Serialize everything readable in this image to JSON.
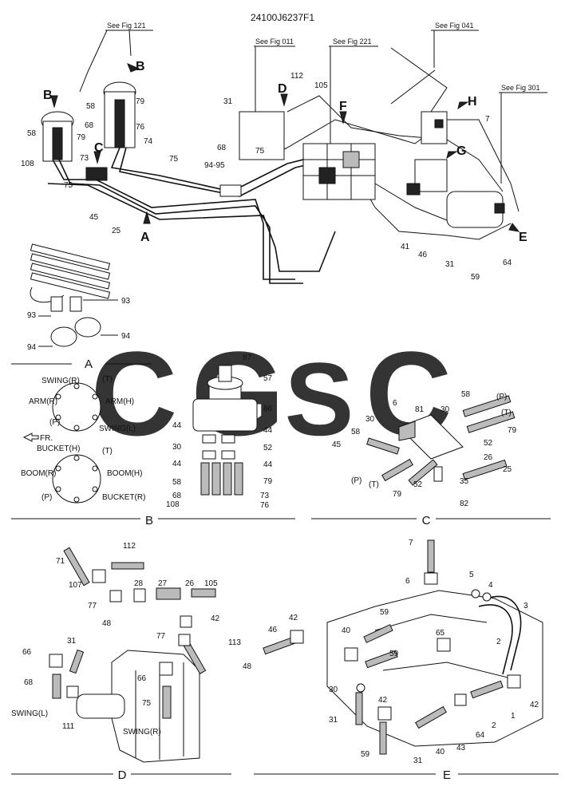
{
  "header": {
    "part_number": "24100J6237F1"
  },
  "watermark": {
    "letters": [
      "C",
      "G",
      "S",
      "C"
    ],
    "colors": [
      "#5b8def",
      "#ef5b50",
      "#f2c230",
      "#3fa86b"
    ]
  },
  "references": {
    "fig121": "See Fig 121",
    "fig011": "See Fig 011",
    "fig221": "See Fig 221",
    "fig041": "See Fig 041",
    "fig301": "See Fig 301"
  },
  "views": {
    "A": "A",
    "B": "B",
    "C": "C",
    "D": "D",
    "E": "E",
    "F": "F",
    "G": "G",
    "H": "H"
  },
  "ports": {
    "swing_r": "SWING(R)",
    "t": "(T)",
    "arm_r": "ARM(R)",
    "arm_h": "ARM(H)",
    "p": "(P)",
    "swing_l": "SWING(L)",
    "fr": "FR.",
    "bucket_h": "BUCKET(H)",
    "boom_r": "BOOM(R)",
    "boom_h": "BOOM(H)",
    "bucket_r": "BUCKET(R)"
  },
  "d_labels": {
    "swing_l": "SWING(L)",
    "swing_r": "SWING(R)"
  },
  "callouts": {
    "top": [
      "58",
      "79",
      "108",
      "73",
      "75",
      "45",
      "25",
      "58",
      "68",
      "76",
      "79",
      "74",
      "75",
      "68",
      "94-95",
      "31",
      "112",
      "105",
      "75",
      "7",
      "41",
      "46",
      "31",
      "59",
      "64",
      "A",
      "B",
      "B",
      "C",
      "D",
      "F",
      "G",
      "H",
      "E"
    ],
    "a": [
      "93",
      "93",
      "94",
      "94"
    ],
    "b": [
      "87",
      "57",
      "86",
      "44",
      "44",
      "30",
      "52",
      "44",
      "44",
      "58",
      "79",
      "108",
      "68",
      "73",
      "76"
    ],
    "c": [
      "58",
      "(P)",
      "(T)",
      "79",
      "52",
      "26",
      "25",
      "35",
      "82",
      "52",
      "(T)",
      "(P)",
      "79",
      "6",
      "81",
      "30",
      "30",
      "58",
      "45"
    ],
    "d": [
      "71",
      "112",
      "107",
      "77",
      "48",
      "28",
      "27",
      "26",
      "105",
      "42",
      "77",
      "113",
      "48",
      "66",
      "31",
      "68",
      "66",
      "111",
      "75"
    ],
    "e": [
      "7",
      "6",
      "5",
      "4",
      "3",
      "42",
      "46",
      "59",
      "40",
      "65",
      "59",
      "30",
      "31",
      "42",
      "40",
      "43",
      "64",
      "59",
      "31",
      "2",
      "2",
      "1",
      "42"
    ]
  }
}
